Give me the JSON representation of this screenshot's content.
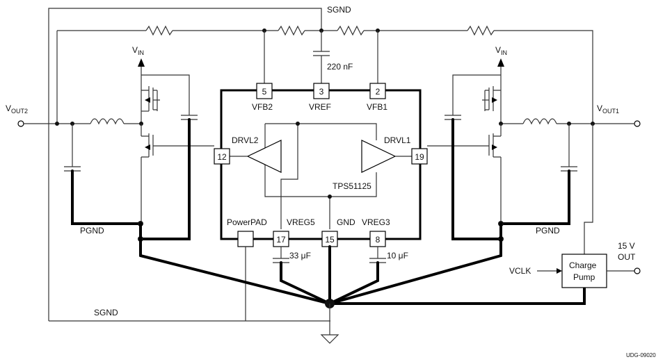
{
  "diagram": {
    "labels": {
      "sgnd_top": "SGND",
      "sgnd_bottom": "SGND",
      "cap_220": "220 nF",
      "vin_left": "V",
      "vin_left_sub": "IN",
      "vin_right": "V",
      "vin_right_sub": "IN",
      "vout2": "V",
      "vout2_sub": "OUT2",
      "vout1": "V",
      "vout1_sub": "OUT1",
      "vfb2": "VFB2",
      "vref": "VREF",
      "vfb1": "VFB1",
      "drvl2": "DRVL2",
      "drvl1": "DRVL1",
      "chip": "TPS51125",
      "powerpad": "PowerPAD",
      "vreg5": "VREG5",
      "gnd": "GND",
      "vreg3": "VREG3",
      "pgnd_left": "PGND",
      "pgnd_right": "PGND",
      "cap_33": "33 μF",
      "cap_10": "10 μF",
      "vclk": "VCLK",
      "charge_pump_1": "Charge",
      "charge_pump_2": "Pump",
      "out_15v_1": "15 V",
      "out_15v_2": "OUT",
      "doc_id": "UDG-09020"
    },
    "pins": {
      "p5": "5",
      "p3": "3",
      "p2": "2",
      "p12": "12",
      "p19": "19",
      "p17": "17",
      "p15": "15",
      "p8": "8"
    }
  }
}
